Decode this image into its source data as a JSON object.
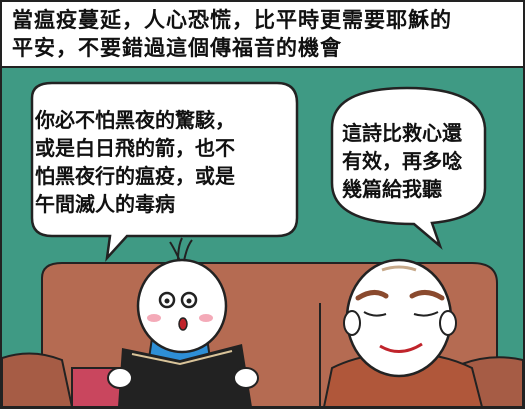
{
  "caption": {
    "lines": [
      "當瘟疫蔓延，人心恐慌，比平時更需要耶穌的",
      "平安，不要錯過這個傳福音的機會"
    ]
  },
  "bubble_left": {
    "lines": [
      "你必不怕黑夜的驚駭，",
      "或是白日飛的箭，也不",
      "怕黑夜行的瘟疫，或是",
      "午間滅人的毒病"
    ]
  },
  "bubble_right": {
    "lines": [
      "這詩比救心還",
      "有效，再多唸",
      "幾篇給我聽"
    ]
  },
  "colors": {
    "background_wall": "#3f9a84",
    "sofa": "#b56b52",
    "book": "#222222",
    "shirt": "#2e8fd6"
  }
}
